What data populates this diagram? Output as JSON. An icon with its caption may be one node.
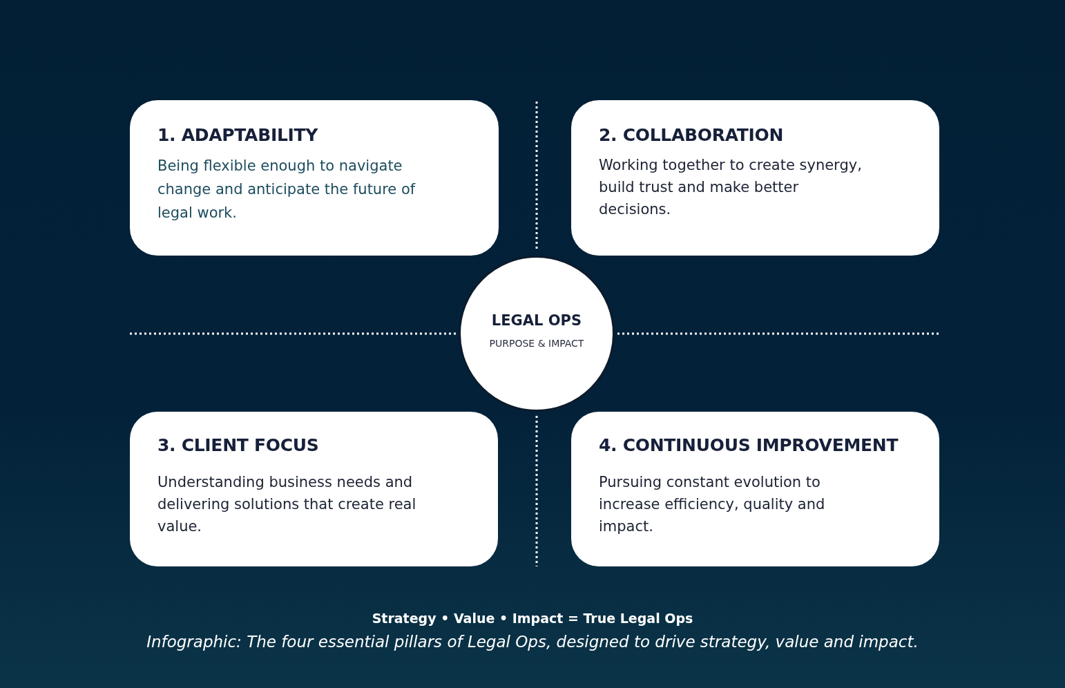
{
  "diagram": {
    "caption": "Infographic: The four essential pillars of Legal Ops, designed to drive strategy, value and impact.",
    "nodes": [
      {
        "text": [
          "1. ADAPTABILITY",
          "Being flexible enough to navigate change and anticipate the future of legal work."
        ]
      },
      {
        "text": [
          "2. COLLABORATION",
          "Working together to create synergy, build trust and make better decisions."
        ]
      },
      {
        "text": [
          "LEGAL OPS",
          "PURPOSE & IMPACT"
        ]
      },
      {
        "text": [
          "3. CLIENT FOCUS",
          "Understanding business needs and delivering solutions that create real value."
        ]
      },
      {
        "text": [
          "4. CONTINUOUS IMPROVEMENT",
          "Pursuing constant evolution to increase efficiency, quality and impact."
        ]
      }
    ],
    "labels": [
      "Strategy • Value • Impact = True Legal Ops"
    ]
  }
}
